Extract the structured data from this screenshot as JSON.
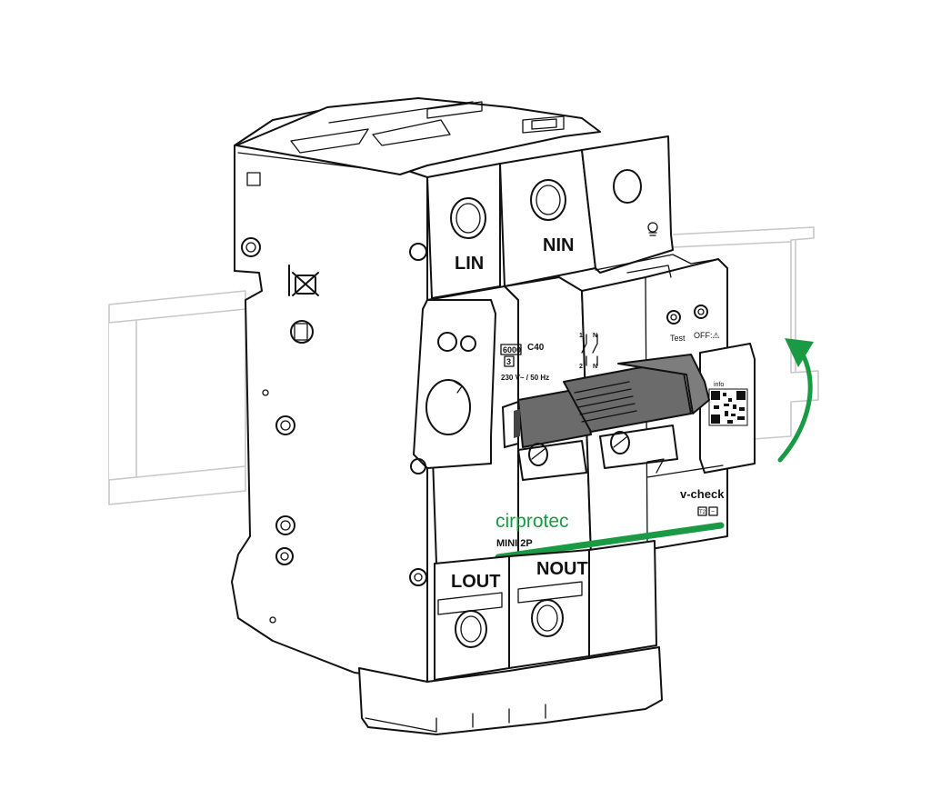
{
  "device": {
    "brand": "cirprotec",
    "model": "MINI 2P",
    "terminals": {
      "line_in": "LIN",
      "neutral_in": "NIN",
      "line_out": "LOUT",
      "neutral_out": "NOUT"
    },
    "rating": {
      "breaking_capacity": "6000",
      "class": "3",
      "curve_current": "C40",
      "supply": "230 V~ / 50 Hz"
    },
    "schematic": {
      "top_left": "1",
      "top_right": "N",
      "bottom_left": "2",
      "bottom_right": "N"
    },
    "module": {
      "name": "v-check",
      "test_label": "Test",
      "off_label": "OFF:⚠",
      "info_label": "info",
      "badge_1": "T2",
      "badge_2": "~"
    }
  },
  "colors": {
    "accent_green": "#1a9a45",
    "handle_gray": "#6b6b6b",
    "outline": "#111111",
    "rail_gray": "#c8c8c8"
  },
  "annotations": {
    "arrow": "rotate-up-arrow-icon"
  }
}
